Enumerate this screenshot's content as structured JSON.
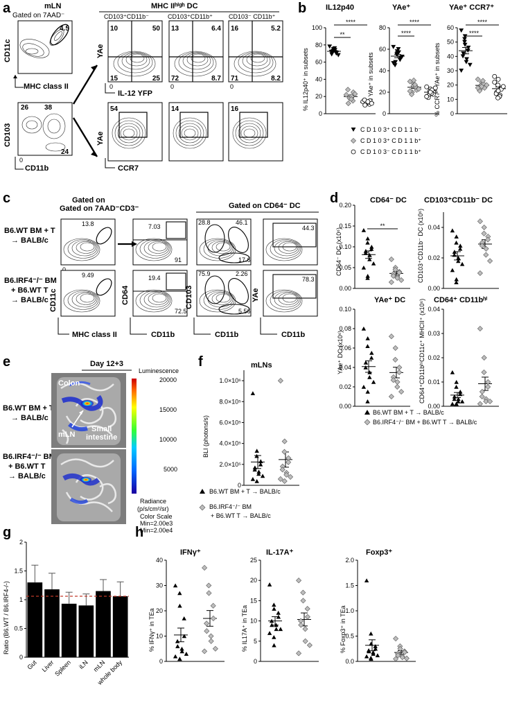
{
  "colors": {
    "black": "#000000",
    "gray": "#bdbdbd",
    "red_line": "#c0392b",
    "bar": "#000000"
  },
  "panel_letters": [
    "a",
    "b",
    "c",
    "d",
    "e",
    "f",
    "g",
    "h"
  ],
  "panel_a": {
    "mln_title": "mLN",
    "gated_label": "Gated on 7AAD⁻",
    "mhc_high_title": "MHC IIʰⁱᵍʰ DC",
    "subsets": [
      "CD103⁺CD11b⁻",
      "CD103⁺CD11b⁺",
      "CD103⁻ CD11b⁺"
    ],
    "axes": {
      "cd11c": "CD11c",
      "mhc": "MHC class II",
      "cd103": "CD103",
      "cd11b": "CD11b",
      "yae": "YAe",
      "il12": "IL-12 YFP",
      "ccr7": "CCR7"
    },
    "gate_top": "4.5",
    "gate_bottom": [
      "26",
      "38",
      "24"
    ],
    "quadrants": [
      [
        "10",
        "50",
        "15",
        "25"
      ],
      [
        "13",
        "6.4",
        "72",
        "8.7"
      ],
      [
        "16",
        "5.2",
        "71",
        "8.2"
      ]
    ],
    "ccr7_gates": [
      "54",
      "14",
      "16"
    ],
    "zero": "0"
  },
  "panel_b": {
    "titles": [
      "IL12p40",
      "YAe⁺",
      "YAe⁺ CCR7⁺"
    ],
    "ylabels": [
      "% IL12p40⁺ in subsets",
      "% YAe⁺ in subsets",
      "% CCR7⁺ YAe⁺ in subsets"
    ],
    "legend": [
      "C D 1 0 3⁺ C D 1 1 b⁻",
      "C D 1 0 3⁺ C D 1 1 b⁺",
      "C D 1 0 3⁻ C D 1 1 b⁺"
    ],
    "sig": [
      "**",
      "****"
    ]
  },
  "panel_c": {
    "gated_7aad": "Gated on 7AAD⁻CD3⁻",
    "gated_cd64": "Gated on CD64⁻ DC",
    "row_labels": [
      [
        "B6.WT BM + T",
        "→ BALB/c"
      ],
      [
        "B6.IRF4⁻/⁻ BM",
        "+ B6.WT T",
        "→ BALB/c"
      ]
    ],
    "axes": {
      "cd11c": "CD11c",
      "mhc": "MHC class II",
      "cd64": "CD64",
      "cd11b": "CD11b",
      "cd103": "CD103",
      "yae": "YAe"
    },
    "row1": [
      "13.8",
      "7.03",
      "91",
      "28.8",
      "46.1",
      "17.6",
      "44.3"
    ],
    "row2": [
      "9.49",
      "19.4",
      "72.5",
      "75.9",
      "2.26",
      "5.56",
      "78.3"
    ],
    "zero": "0"
  },
  "panel_d": {
    "titles": [
      "CD64⁻ DC",
      "CD103⁺CD11b⁻ DC",
      "YAe⁺ DC",
      "CD64⁺ CD11bʰⁱ"
    ],
    "ylabels": [
      "CD64⁻ DC (x10⁶)",
      "CD103⁺CD11b⁻ DC (x10⁶)",
      "YAe⁺ DC (x10⁶)",
      "CD64⁺CD11bʰⁱCD11c⁺ MHCII⁺ (x10⁶)"
    ],
    "sig": "**",
    "legend": [
      "B6.WT BM + T → BALB/c",
      "B6.IRF4⁻/⁻ BM + B6.WT T → BALB/c"
    ]
  },
  "panel_e": {
    "title": "Day 12+3",
    "row_labels": [
      [
        "B6.WT BM + T",
        "→ BALB/c"
      ],
      [
        "B6.IRF4⁻/⁻ BM",
        "+ B6.WT T",
        "→ BALB/c"
      ]
    ],
    "tissue_labels": [
      "Colon",
      "mLN",
      "Small",
      "intestine"
    ],
    "colorbar_title": "Luminescence",
    "colorbar_ticks": [
      "20000",
      "15000",
      "10000",
      "5000"
    ],
    "colorbar_units": [
      "Radiance",
      "(p/s/cm²/sr)",
      "Color Scale",
      "Min=2.00e3",
      "Min=2.00e4"
    ]
  },
  "panel_f": {
    "title": "mLNs",
    "ylabel": "BLI (photons/s)",
    "ticks": [
      "1.0×10⁶",
      "8.0×10⁵",
      "6.0×10⁵",
      "4.0×10⁵",
      "2.0×10⁵",
      "0"
    ],
    "legend": [
      "B6.WT  BM + T →  BALB/c",
      "B6.IRF4⁻/⁻ BM",
      "+ B6.WT T  →  BALB/c"
    ]
  },
  "panel_g": {
    "ylabel": "Ratio (B6.WT / B6.IRF4-/-)"
  },
  "panel_h": {
    "titles": [
      "IFNγ⁺",
      "IL-17A⁺",
      "Foxp3⁺"
    ],
    "ylabels": [
      "% IFNγ⁺ in TEa",
      "% IL17A⁺ in TEa",
      "% Foxp3⁺ in TEa"
    ]
  },
  "chart_data": [
    {
      "id": "b_il12p40",
      "type": "scatter",
      "ylim": [
        0,
        100
      ],
      "yticks": [
        0,
        20,
        40,
        60,
        80,
        100
      ],
      "series": [
        {
          "name": "CD103+CD11b-",
          "values": [
            78,
            75,
            73,
            71,
            70,
            69,
            72,
            74,
            76,
            68
          ]
        },
        {
          "name": "CD103+CD11b+",
          "values": [
            22,
            20,
            18,
            25,
            15,
            12,
            28,
            20,
            17,
            23
          ]
        },
        {
          "name": "CD103-CD11b+",
          "values": [
            14,
            13,
            12,
            15,
            11,
            10,
            16,
            13,
            14,
            12
          ]
        }
      ]
    },
    {
      "id": "b_yae",
      "type": "scatter",
      "ylim": [
        0,
        80
      ],
      "yticks": [
        0,
        20,
        40,
        60,
        80
      ],
      "series": [
        {
          "name": "CD103+CD11b-",
          "values": [
            62,
            58,
            55,
            52,
            50,
            48,
            45,
            57,
            60,
            53,
            47,
            56
          ]
        },
        {
          "name": "CD103+CD11b+",
          "values": [
            30,
            28,
            26,
            24,
            22,
            20,
            18,
            25,
            27,
            23,
            21,
            31
          ]
        },
        {
          "name": "CD103-CD11b+",
          "values": [
            25,
            23,
            21,
            20,
            18,
            17,
            15,
            22,
            19,
            24,
            16,
            20
          ]
        }
      ]
    },
    {
      "id": "b_yae_ccr7",
      "type": "scatter",
      "ylim": [
        0,
        60
      ],
      "yticks": [
        0,
        10,
        20,
        30,
        40,
        50,
        60
      ],
      "series": [
        {
          "name": "CD103+CD11b-",
          "values": [
            58,
            54,
            50,
            46,
            44,
            42,
            40,
            38,
            36,
            34,
            30,
            48,
            52
          ]
        },
        {
          "name": "CD103+CD11b+",
          "values": [
            24,
            22,
            20,
            19,
            18,
            17,
            16,
            21,
            23,
            20,
            18,
            19
          ]
        },
        {
          "name": "CD103-CD11b+",
          "values": [
            26,
            24,
            20,
            18,
            17,
            15,
            14,
            13,
            12,
            19,
            22,
            16,
            11
          ]
        }
      ]
    },
    {
      "id": "d_cd64neg",
      "type": "scatter",
      "ylim": [
        0,
        0.2
      ],
      "yticks": [
        0.0,
        0.05,
        0.1,
        0.15,
        0.2
      ],
      "series": [
        {
          "name": "B6.WT",
          "values": [
            0.14,
            0.12,
            0.11,
            0.1,
            0.095,
            0.09,
            0.085,
            0.08,
            0.07,
            0.06,
            0.05,
            0.03,
            0.025
          ]
        },
        {
          "name": "B6.IRF4-/-",
          "values": [
            0.07,
            0.05,
            0.045,
            0.04,
            0.038,
            0.035,
            0.03,
            0.028,
            0.025,
            0.02,
            0.015
          ]
        }
      ]
    },
    {
      "id": "d_cd103",
      "type": "scatter",
      "ylim": [
        0,
        0.05
      ],
      "yticks": [
        0.0,
        0.02,
        0.04
      ],
      "series": [
        {
          "name": "B6.WT",
          "values": [
            0.038,
            0.034,
            0.03,
            0.028,
            0.026,
            0.024,
            0.022,
            0.02,
            0.018,
            0.016,
            0.012,
            0.006,
            0.004
          ]
        },
        {
          "name": "B6.IRF4-/-",
          "values": [
            0.044,
            0.04,
            0.036,
            0.034,
            0.032,
            0.03,
            0.028,
            0.026,
            0.022,
            0.018,
            0.01
          ]
        }
      ]
    },
    {
      "id": "d_yae",
      "type": "scatter",
      "ylim": [
        0,
        0.1
      ],
      "yticks": [
        0.0,
        0.02,
        0.04,
        0.06,
        0.08,
        0.1
      ],
      "series": [
        {
          "name": "B6.WT",
          "values": [
            0.08,
            0.07,
            0.062,
            0.055,
            0.05,
            0.045,
            0.04,
            0.035,
            0.03,
            0.025,
            0.02,
            0.015,
            0.005
          ]
        },
        {
          "name": "B6.IRF4-/-",
          "values": [
            0.072,
            0.06,
            0.048,
            0.04,
            0.035,
            0.03,
            0.027,
            0.025,
            0.02,
            0.015,
            0.01
          ]
        }
      ]
    },
    {
      "id": "d_cd64pos",
      "type": "scatter",
      "ylim": [
        0,
        0.04
      ],
      "yticks": [
        0.0,
        0.01,
        0.02,
        0.03,
        0.04
      ],
      "series": [
        {
          "name": "B6.WT",
          "values": [
            0.014,
            0.01,
            0.008,
            0.006,
            0.005,
            0.004,
            0.003,
            0.003,
            0.002,
            0.002,
            0.001,
            0.001,
            0.001
          ]
        },
        {
          "name": "B6.IRF4-/-",
          "values": [
            0.032,
            0.02,
            0.014,
            0.01,
            0.008,
            0.006,
            0.004,
            0.003,
            0.002,
            0.002,
            0.001
          ]
        }
      ]
    },
    {
      "id": "f_bli",
      "type": "scatter",
      "ylim": [
        0,
        1100000
      ],
      "yticks": [
        0,
        200000,
        400000,
        600000,
        800000,
        1000000
      ],
      "series": [
        {
          "name": "B6.WT",
          "values": [
            880000,
            330000,
            280000,
            230000,
            200000,
            170000,
            150000,
            130000,
            110000,
            90000,
            60000,
            40000
          ]
        },
        {
          "name": "B6.IRF4-/-",
          "values": [
            1000000,
            420000,
            320000,
            260000,
            220000,
            180000,
            150000,
            120000,
            100000,
            80000,
            60000,
            40000
          ]
        }
      ]
    },
    {
      "id": "g_ratio",
      "type": "bar",
      "categories": [
        "Gut",
        "Liver",
        "Spleen",
        "iLN",
        "mLN",
        "whole body"
      ],
      "values": [
        1.3,
        1.18,
        0.93,
        0.9,
        1.15,
        1.06
      ],
      "errors": [
        0.3,
        0.28,
        0.2,
        0.2,
        0.2,
        0.25
      ],
      "ylim": [
        0,
        2
      ],
      "yticks": [
        0,
        0.5,
        1,
        1.5,
        2
      ],
      "reference": 1.06
    },
    {
      "id": "h_ifng",
      "type": "scatter",
      "ylim": [
        0,
        40
      ],
      "yticks": [
        0,
        10,
        20,
        30,
        40
      ],
      "series": [
        {
          "name": "B6.WT",
          "values": [
            30,
            27,
            22,
            17,
            10,
            8,
            6,
            5,
            4,
            3,
            2,
            1,
            1
          ]
        },
        {
          "name": "B6.IRF4-/-",
          "values": [
            37,
            30,
            27,
            22,
            17,
            15,
            12,
            10,
            8,
            5,
            4
          ]
        }
      ]
    },
    {
      "id": "h_il17",
      "type": "scatter",
      "ylim": [
        0,
        25
      ],
      "yticks": [
        0,
        5,
        10,
        15,
        20,
        25
      ],
      "series": [
        {
          "name": "B6.WT",
          "values": [
            19,
            14,
            13,
            12,
            11,
            10,
            9,
            9,
            8,
            8,
            7,
            6,
            4
          ]
        },
        {
          "name": "B6.IRF4-/-",
          "values": [
            20,
            17,
            15,
            13,
            11,
            10,
            9,
            8,
            5,
            4,
            2
          ]
        }
      ]
    },
    {
      "id": "h_foxp3",
      "type": "scatter",
      "ylim": [
        0,
        2
      ],
      "yticks": [
        0,
        0.5,
        1,
        1.5,
        2
      ],
      "series": [
        {
          "name": "B6.WT",
          "values": [
            1.6,
            0.55,
            0.35,
            0.3,
            0.25,
            0.22,
            0.2,
            0.18,
            0.15,
            0.12,
            0.1,
            0.07,
            0.05
          ]
        },
        {
          "name": "B6.IRF4-/-",
          "values": [
            0.45,
            0.3,
            0.25,
            0.2,
            0.18,
            0.15,
            0.12,
            0.1,
            0.08,
            0.06,
            0.05
          ]
        }
      ]
    }
  ]
}
